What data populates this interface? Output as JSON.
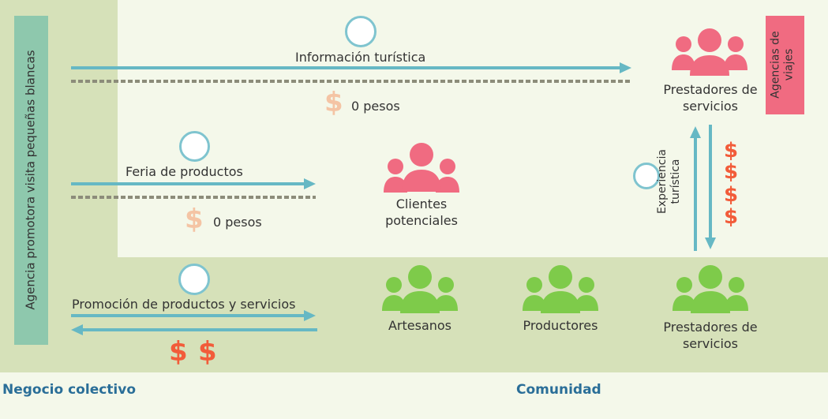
{
  "agency": {
    "label": "Agencia promotora visita pequeñas blancas"
  },
  "travel_agencies": {
    "label": "Agencias de viajes"
  },
  "flows": {
    "info": {
      "label": "Información turística",
      "price": "0 pesos",
      "price_symbol": "$"
    },
    "feria": {
      "label": "Feria de productos",
      "price": "0 pesos",
      "price_symbol": "$"
    },
    "promo": {
      "label": "Promoción de productos y servicios",
      "price_symbols": [
        "$",
        "$"
      ]
    }
  },
  "experience": {
    "label": "Experiencia turística",
    "price_symbols": [
      "$",
      "$",
      "$",
      "$"
    ]
  },
  "groups": {
    "prestadores_top": "Prestadores de servicios",
    "clientes": "Clientes potenciales",
    "artesanos": "Artesanos",
    "productores": "Productores",
    "prestadores_bottom": "Prestadores de servicios"
  },
  "zones": {
    "negocio": "Negocio colectivo",
    "comunidad": "Comunidad"
  },
  "colors": {
    "pink": "#f06b81",
    "green": "#7ecb4a",
    "arrow": "#66b8c4",
    "dashed": "#8c8c7a",
    "zone": "#d7e3ba"
  }
}
